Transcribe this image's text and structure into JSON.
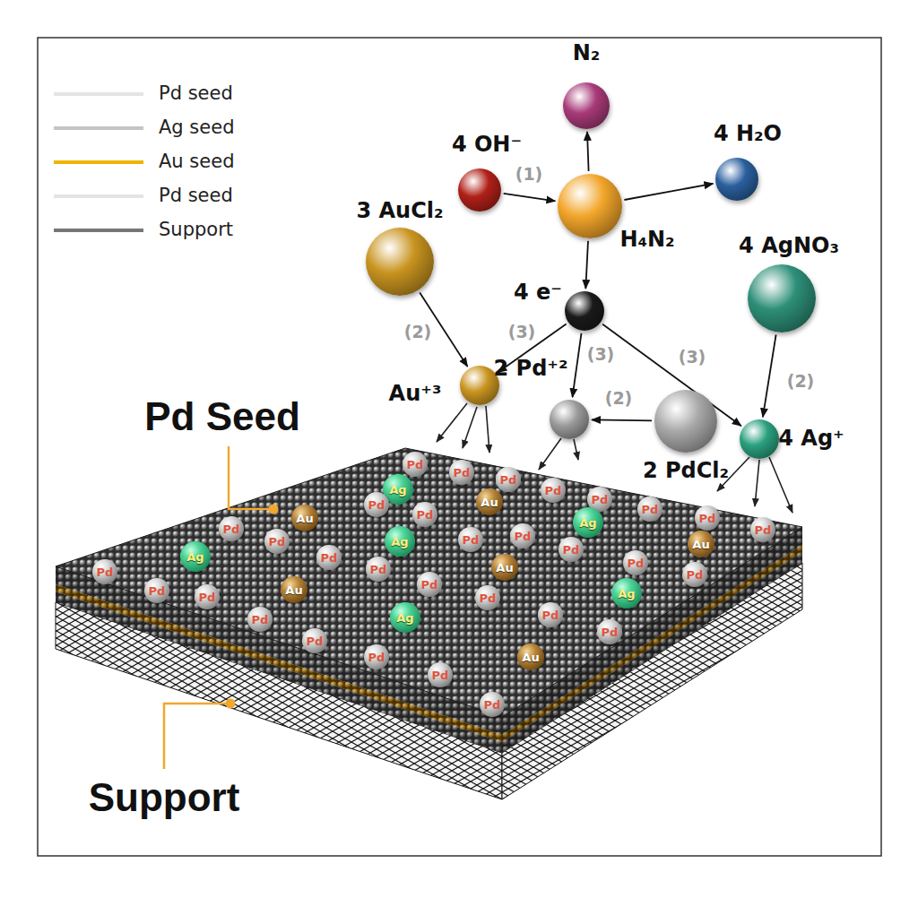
{
  "diagram": {
    "nodes": [
      {
        "text": [
          "N₂"
        ]
      },
      {
        "text": [
          "4 OH⁻"
        ]
      },
      {
        "text": [
          "H₄N₂"
        ]
      },
      {
        "text": [
          "4 H₂O"
        ]
      },
      {
        "text": [
          "3 AuCl₂"
        ]
      },
      {
        "text": [
          "4 e⁻"
        ]
      },
      {
        "text": [
          "4 AgNO₃"
        ]
      },
      {
        "text": [
          "Au⁺³"
        ]
      },
      {
        "text": [
          "2 Pd⁺²"
        ]
      },
      {
        "text": [
          "2 PdCl₂"
        ]
      },
      {
        "text": [
          "4 Ag⁺"
        ]
      },
      {
        "text": [
          "Pd"
        ]
      },
      {
        "text": [
          "Pd"
        ]
      },
      {
        "text": [
          "Ag"
        ]
      },
      {
        "text": [
          "Pd"
        ]
      },
      {
        "text": [
          "Pd"
        ]
      },
      {
        "text": [
          "Au"
        ]
      },
      {
        "text": [
          "Pd"
        ]
      },
      {
        "text": [
          "Pd"
        ]
      },
      {
        "text": [
          "Pd"
        ]
      },
      {
        "text": [
          "Pd"
        ]
      },
      {
        "text": [
          "Pd"
        ]
      },
      {
        "text": [
          "Pd"
        ]
      },
      {
        "text": [
          "Au"
        ]
      },
      {
        "text": [
          "Ag"
        ]
      },
      {
        "text": [
          "Pd"
        ]
      },
      {
        "text": [
          "Pd"
        ]
      },
      {
        "text": [
          "Pd"
        ]
      },
      {
        "text": [
          "Pd"
        ]
      },
      {
        "text": [
          "Ag"
        ]
      },
      {
        "text": [
          "Au"
        ]
      },
      {
        "text": [
          "Pd"
        ]
      },
      {
        "text": [
          "Ag"
        ]
      },
      {
        "text": [
          "Pd"
        ]
      },
      {
        "text": [
          "Pd"
        ]
      },
      {
        "text": [
          "Au"
        ]
      },
      {
        "text": [
          "Pd"
        ]
      },
      {
        "text": [
          "Pd"
        ]
      },
      {
        "text": [
          "Pd"
        ]
      },
      {
        "text": [
          "Pd"
        ]
      },
      {
        "text": [
          "Au"
        ]
      },
      {
        "text": [
          "Pd"
        ]
      },
      {
        "text": [
          "Ag"
        ]
      },
      {
        "text": [
          "Pd"
        ]
      },
      {
        "text": [
          "Pd"
        ]
      },
      {
        "text": [
          "Pd"
        ]
      },
      {
        "text": [
          "Ag"
        ]
      },
      {
        "text": [
          "Pd"
        ]
      },
      {
        "text": [
          "Pd"
        ]
      },
      {
        "text": [
          "Pd"
        ]
      },
      {
        "text": [
          "Au"
        ]
      },
      {
        "text": [
          "Pd"
        ]
      },
      {
        "text": [
          "Pd"
        ]
      },
      {
        "text": [
          "Pd"
        ]
      }
    ],
    "edges": [
      {
        "from": 1,
        "to": 2,
        "label": "(1)",
        "arrow": "to"
      },
      {
        "from": 2,
        "to": 0,
        "arrow": "to"
      },
      {
        "from": 2,
        "to": 3,
        "arrow": "to"
      },
      {
        "from": 2,
        "to": 5,
        "arrow": "to"
      },
      {
        "from": 4,
        "to": 7,
        "label": "(2)",
        "arrow": "to"
      },
      {
        "from": 5,
        "to": 7,
        "label": "(3)",
        "arrow": "to"
      },
      {
        "from": 5,
        "to": 8,
        "label": "(3)",
        "arrow": "to"
      },
      {
        "from": 5,
        "to": 10,
        "label": "(3)",
        "arrow": "to"
      },
      {
        "from": 9,
        "to": 8,
        "label": "(2)",
        "arrow": "to"
      },
      {
        "from": 6,
        "to": 10,
        "label": "(2)",
        "arrow": "to"
      }
    ],
    "labels": [
      "Pd Seed",
      "Support"
    ],
    "legend": [
      {
        "text": "Pd seed"
      },
      {
        "text": "Ag seed"
      },
      {
        "text": "Au seed"
      },
      {
        "text": "Pd seed"
      },
      {
        "text": "Support"
      }
    ]
  }
}
